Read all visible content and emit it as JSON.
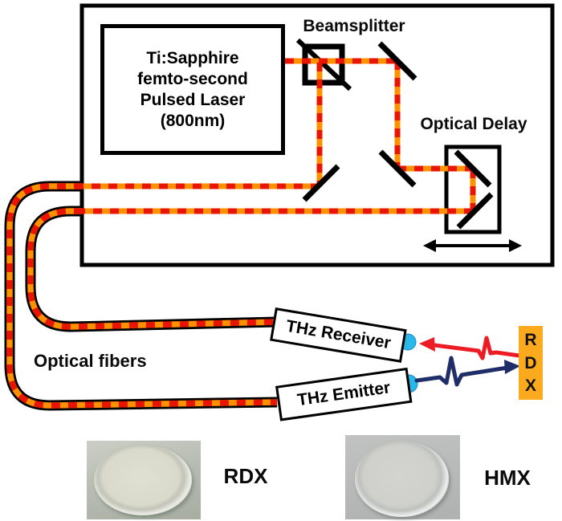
{
  "setup_box": {
    "laser": {
      "lines": [
        "Ti:Sapphire",
        "femto-second",
        "Pulsed Laser",
        "(800nm)"
      ]
    },
    "beamsplitter_label": "Beamsplitter",
    "optical_delay_label": "Optical Delay"
  },
  "fibers_label": "Optical fibers",
  "receiver_label": "THz Receiver",
  "emitter_label": "THz Emitter",
  "target": {
    "letters": [
      "R",
      "D",
      "X"
    ],
    "bg_color": "#fbaa1d"
  },
  "pulses": {
    "emitted_color": "#1f2d69",
    "reflected_color": "#ed1c24"
  },
  "beam_colors": {
    "red": "#e81500",
    "orange": "#ff9100",
    "fiber_outline": "#000000"
  },
  "lens_color": "#2ab7ea",
  "samples": [
    {
      "label": "RDX"
    },
    {
      "label": "HMX"
    }
  ]
}
